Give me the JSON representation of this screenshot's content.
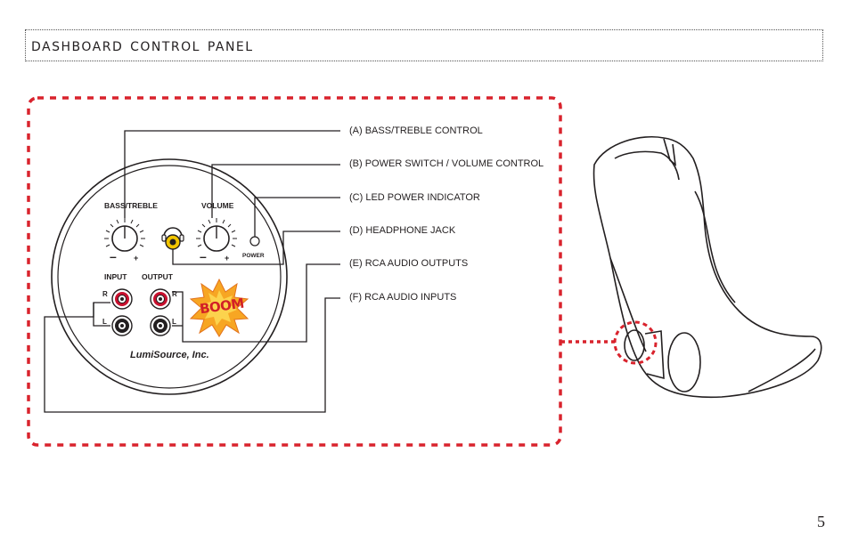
{
  "header": {
    "title": "DASHBOARD CONTROL PANEL"
  },
  "panel": {
    "knob_labels": {
      "bass_treble": "BASS/TREBLE",
      "volume": "VOLUME",
      "power": "POWER"
    },
    "knob_signs": {
      "minus": "–",
      "plus": "+"
    },
    "jack_labels": {
      "input": "INPUT",
      "output": "OUTPUT",
      "right": "R",
      "left": "L"
    },
    "logo_text": "BOOM",
    "brand": "LumiSource, Inc."
  },
  "callouts": [
    "(A)  BASS/TREBLE CONTROL",
    "(B)  POWER SWITCH / VOLUME CONTROL",
    "(C)  LED POWER INDICATOR",
    "(D)  HEADPHONE JACK",
    "(E)  RCA AUDIO OUTPUTS",
    "(F)  RCA AUDIO INPUTS"
  ],
  "colors": {
    "accent_red": "#d9232d",
    "jack_red": "#c8102e",
    "jack_yellow": "#f2c500",
    "line": "#231f20"
  },
  "page_number": "5"
}
